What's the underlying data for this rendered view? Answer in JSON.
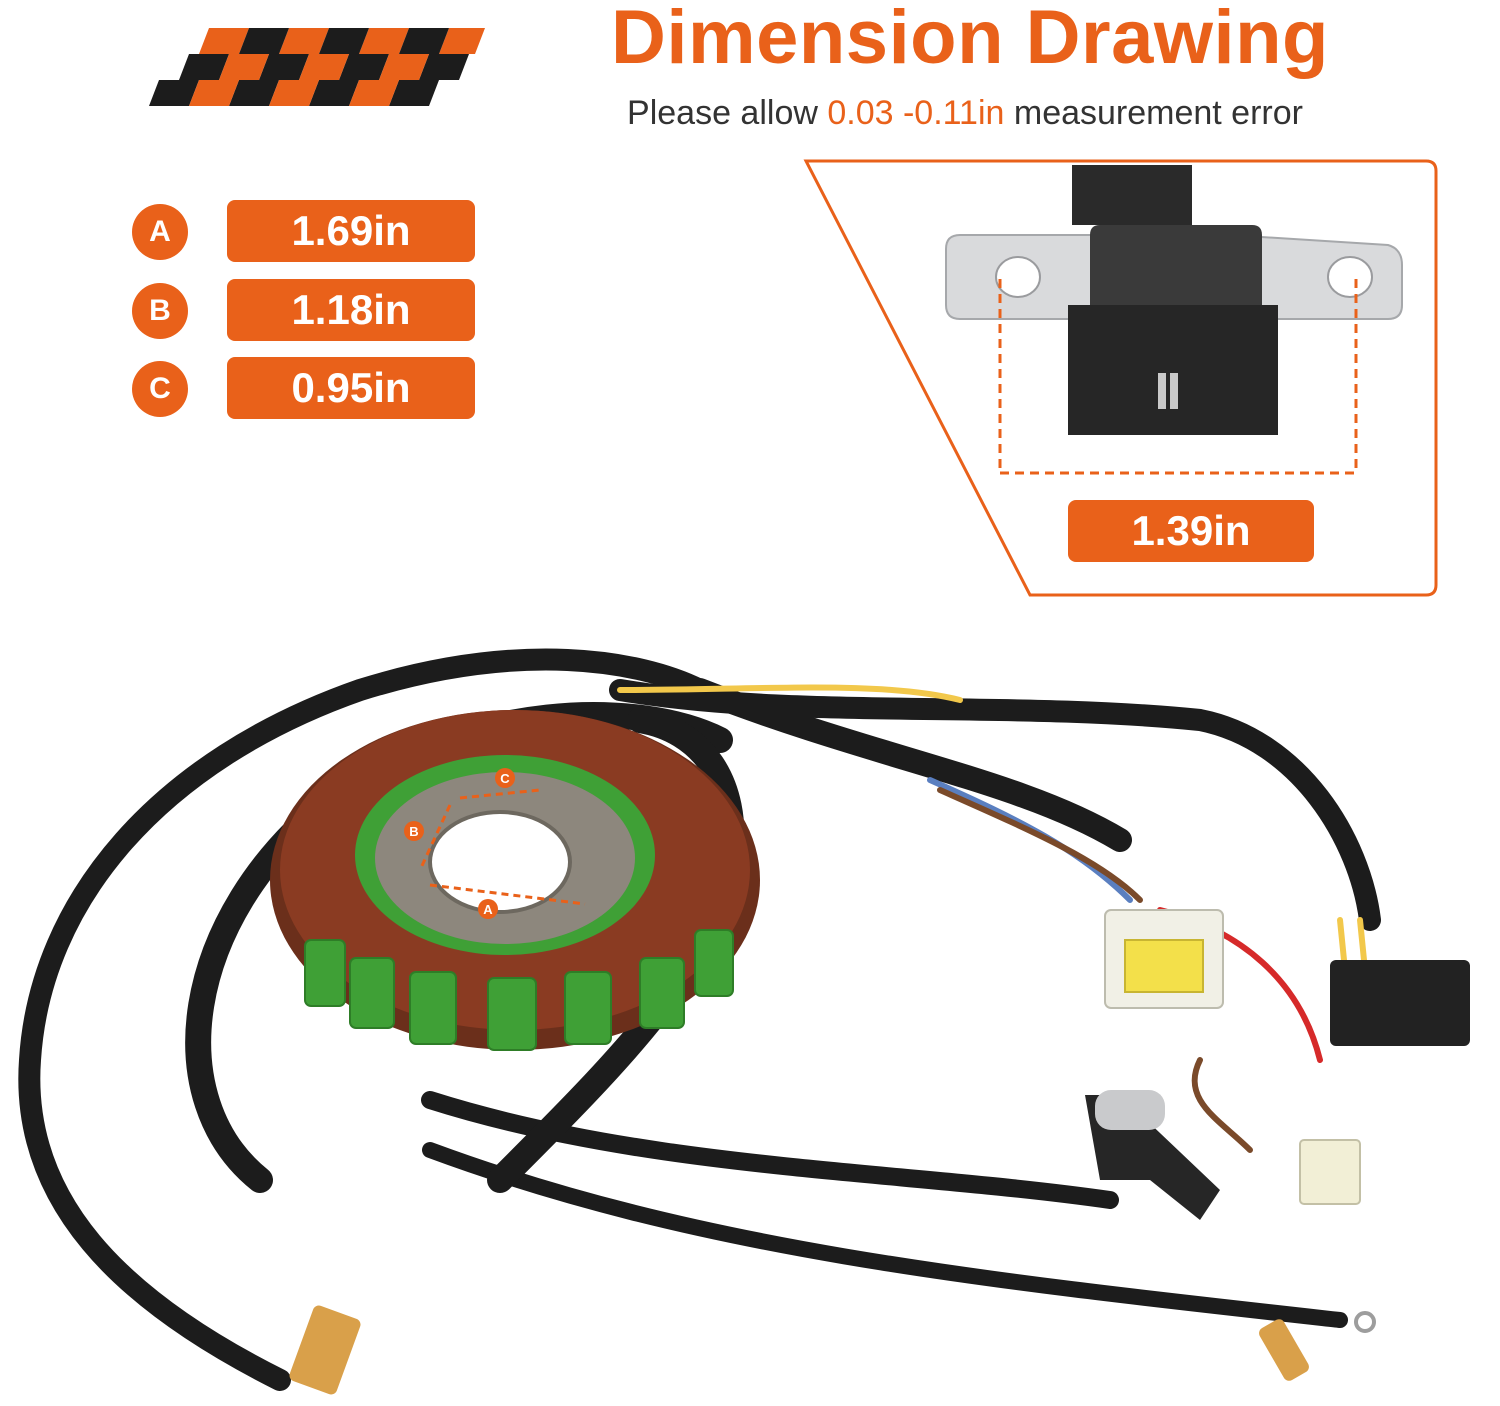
{
  "title": "Dimension Drawing",
  "subtitle": {
    "prefix": "Please allow ",
    "highlight": "0.03 -0.11in",
    "suffix": " measurement error"
  },
  "dimensions": [
    {
      "letter": "A",
      "value": "1.69in"
    },
    {
      "letter": "B",
      "value": "1.18in"
    },
    {
      "letter": "C",
      "value": "0.95in"
    }
  ],
  "pickup_width": "1.39in",
  "stator_labels": {
    "a": "A",
    "b": "B",
    "c": "C"
  },
  "colors": {
    "accent": "#e9611a",
    "text": "#333333",
    "coil_green": "#3fa036",
    "copper": "#8a3b22",
    "wire_black": "#1c1c1c",
    "wire_yellow": "#f2c84b"
  }
}
